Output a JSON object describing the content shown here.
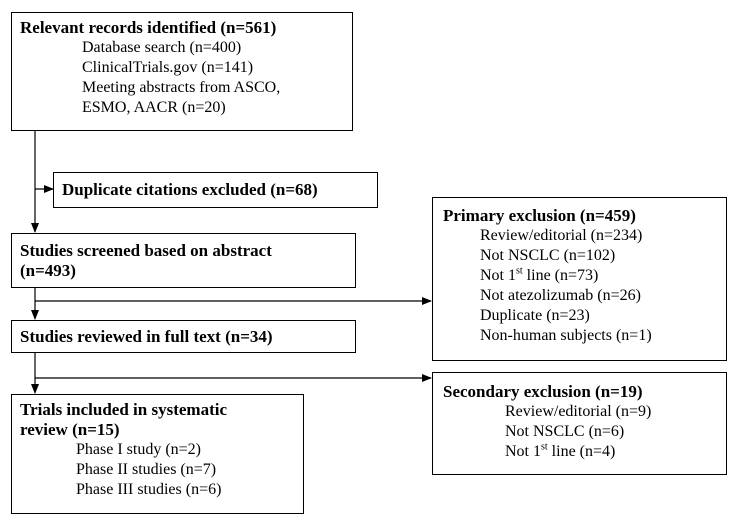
{
  "records": {
    "title": "Relevant records identified (n=561)",
    "items": [
      "Database search (n=400)",
      "ClinicalTrials.gov (n=141)",
      "Meeting abstracts from ASCO,",
      "ESMO, AACR (n=20)"
    ]
  },
  "duplicates": {
    "title": "Duplicate citations excluded (n=68)"
  },
  "screened": {
    "title_line1": "Studies screened based on abstract",
    "title_line2": "(n=493)"
  },
  "primary": {
    "title": "Primary exclusion (n=459)",
    "items": [
      "Review/editorial (n=234)",
      "Not NSCLC (n=102)",
      "Not 1",
      "st",
      " line (n=73)",
      "Not atezolizumab (n=26)",
      "Duplicate (n=23)",
      "Non-human subjects (n=1)"
    ]
  },
  "fulltext": {
    "title": "Studies reviewed in full text (n=34)"
  },
  "secondary": {
    "title": "Secondary exclusion (n=19)",
    "items": [
      "Review/editorial (n=9)",
      "Not NSCLC (n=6)",
      "Not 1",
      "st",
      " line (n=4)"
    ]
  },
  "included": {
    "title_line1": "Trials included in systematic",
    "title_line2": "review (n=15)",
    "items": [
      "Phase I study (n=2)",
      "Phase II studies (n=7)",
      "Phase III studies (n=6)"
    ]
  }
}
